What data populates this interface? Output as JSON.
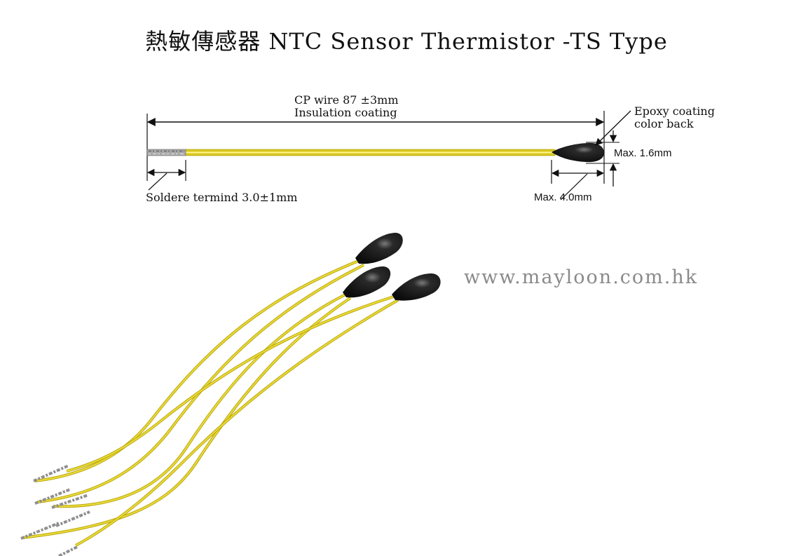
{
  "title": "熱敏傳感器 NTC Sensor Thermistor -TS Type",
  "diagram": {
    "wire_length": "CP wire 87 ±3mm",
    "insulation": "Insulation coating",
    "epoxy_line1": "Epoxy coating",
    "epoxy_line2": "color back",
    "max_diameter": "Max. 1.6mm",
    "max_length": "Max. 4.0mm",
    "solder_terminal": "Soldere termind 3.0±1mm"
  },
  "website": "www.mayloon.com.hk",
  "colors": {
    "wire": "#e4d31c",
    "wire_edge": "#b9a70c",
    "bead": "#1b1b1b",
    "terminal": "#9a9a9a",
    "website_text": "#8a8a8a"
  }
}
